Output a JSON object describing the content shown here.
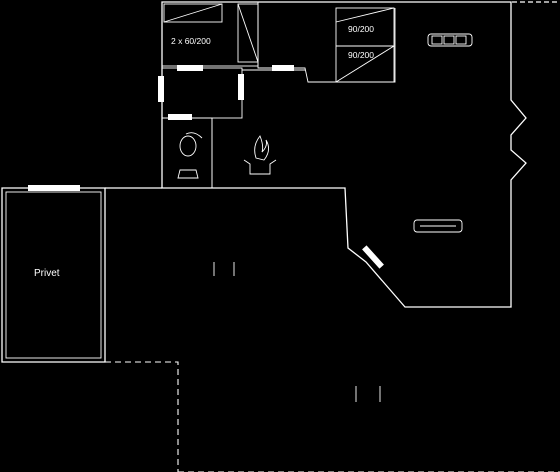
{
  "plan": {
    "labels": {
      "closet": "2 x 60/200",
      "bed_a": "90/200",
      "bed_b": "90/200",
      "privy": "Privet"
    },
    "icons": [
      "sofa-icon",
      "sofa-icon",
      "toilet-icon",
      "fireplace-icon",
      "table-icon",
      "table-icon"
    ],
    "colors": {
      "background": "#000000",
      "lines": "#ffffff"
    }
  }
}
